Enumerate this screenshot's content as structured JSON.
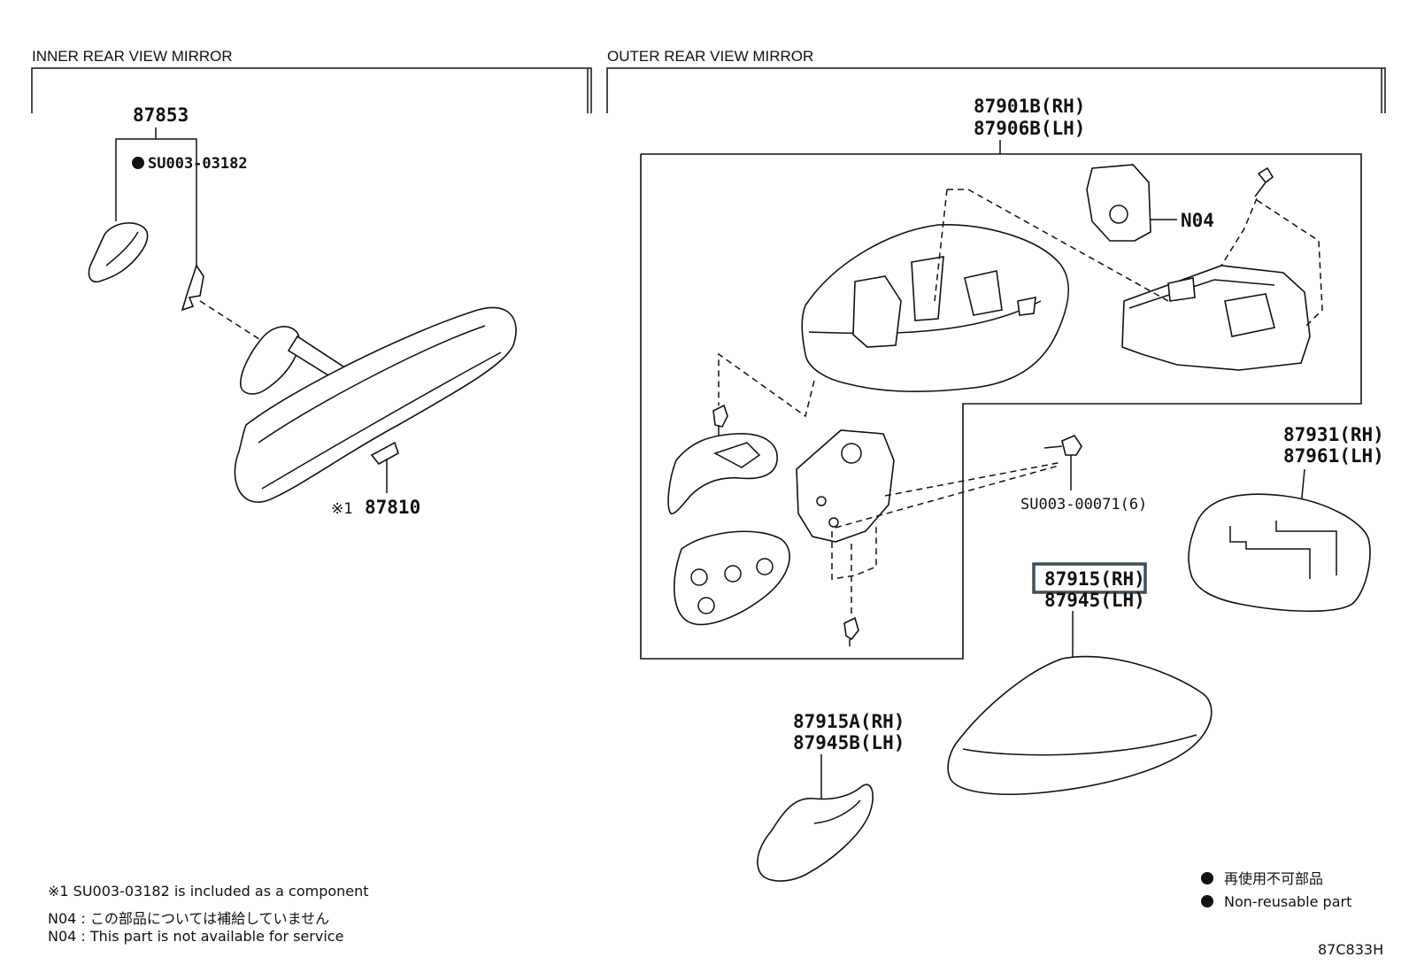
{
  "sections": {
    "inner": "INNER REAR VIEW MIRROR",
    "outer": "OUTER REAR VIEW MIRROR"
  },
  "parts": {
    "p87853": "87853",
    "su_03182": "SU003-03182",
    "p87810": "87810",
    "p87810_mark": "※1",
    "p87901b": "87901B(RH)",
    "p87906b": "87906B(LH)",
    "n04": "N04",
    "su_00071": "SU003-00071(6)",
    "p87931": "87931(RH)",
    "p87961": "87961(LH)",
    "p87915": "87915(RH)",
    "p87945": "87945(LH)",
    "p87915a": "87915A(RH)",
    "p87945b": "87945B(LH)"
  },
  "notes": {
    "n1": "※1  SU003-03182 is included as a component",
    "n2": "N04 :  この部品については補給していません",
    "n3": "N04 :  This part is not available for service"
  },
  "legend": {
    "jp": "再使用不可部品",
    "en": "Non-reusable part"
  },
  "figure_code": "87C833H"
}
